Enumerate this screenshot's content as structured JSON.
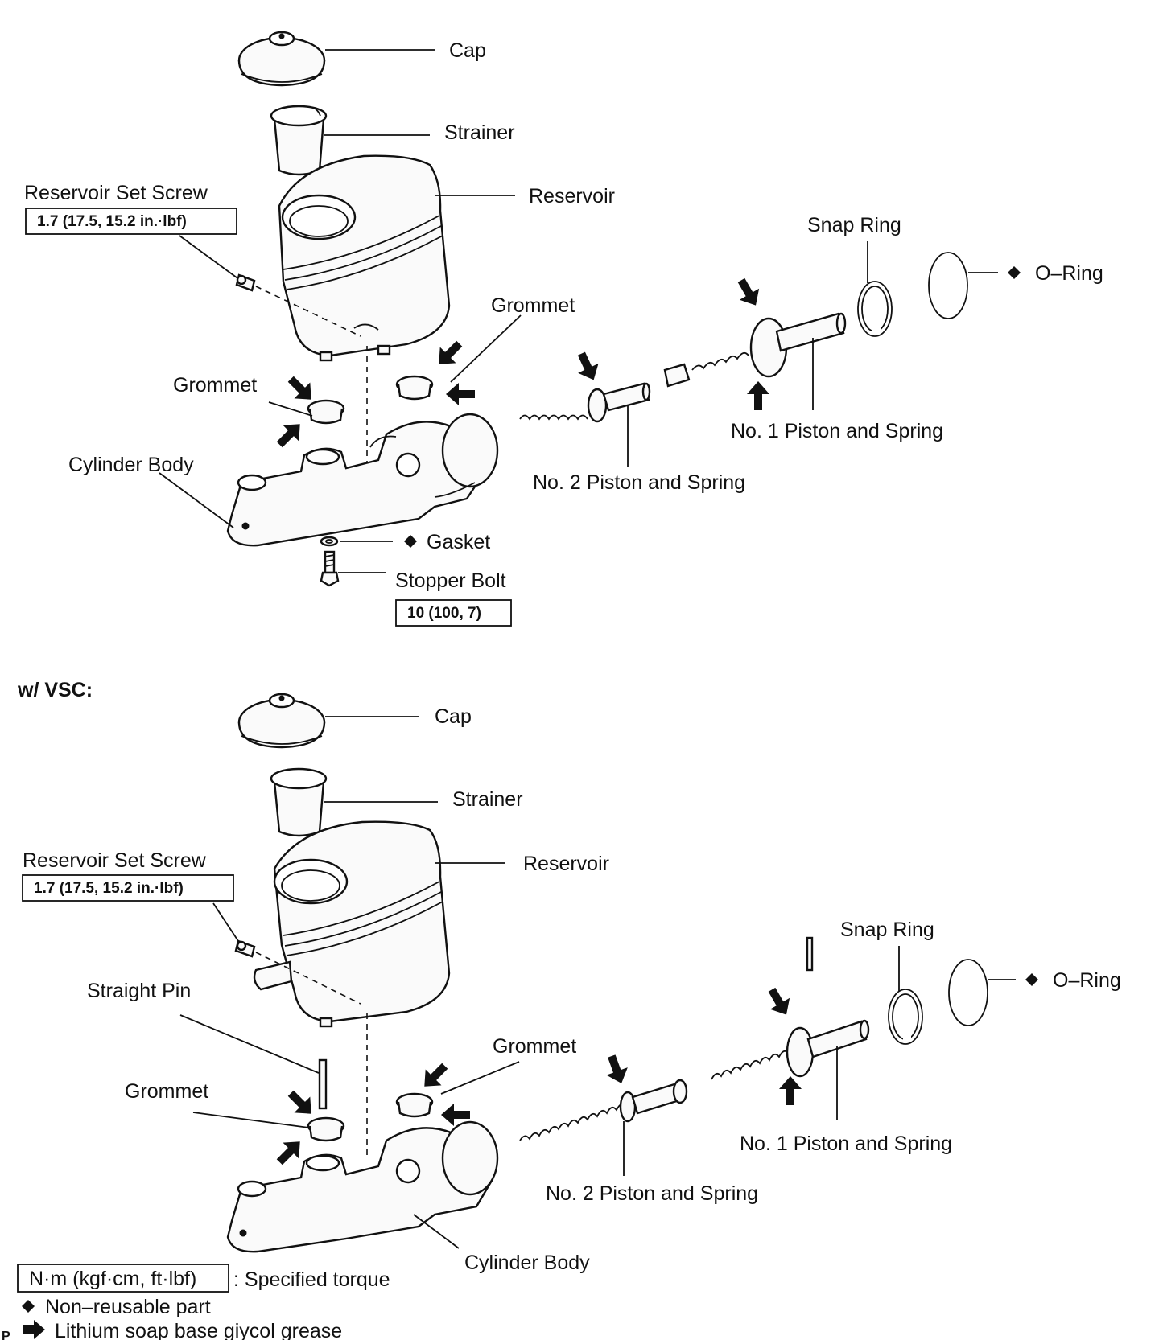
{
  "top_diagram": {
    "cap": "Cap",
    "strainer": "Strainer",
    "reservoir_set_screw": "Reservoir Set Screw",
    "screw_torque": "1.7 (17.5, 15.2 in.·lbf)",
    "reservoir": "Reservoir",
    "snap_ring": "Snap Ring",
    "o_ring": "O–Ring",
    "grommet_right": "Grommet",
    "grommet_left": "Grommet",
    "cylinder_body": "Cylinder Body",
    "no1_piston": "No. 1 Piston and Spring",
    "no2_piston": "No. 2 Piston and Spring",
    "gasket": "Gasket",
    "stopper_bolt": "Stopper Bolt",
    "stopper_torque": "10 (100, 7)"
  },
  "bottom_diagram": {
    "section_title": "w/ VSC:",
    "cap": "Cap",
    "strainer": "Strainer",
    "reservoir_set_screw": "Reservoir Set Screw",
    "screw_torque": "1.7 (17.5, 15.2 in.·lbf)",
    "reservoir": "Reservoir",
    "snap_ring": "Snap Ring",
    "o_ring": "O–Ring",
    "straight_pin": "Straight Pin",
    "grommet_right": "Grommet",
    "grommet_left": "Grommet",
    "no1_piston": "No. 1 Piston and Spring",
    "no2_piston": "No. 2 Piston and Spring",
    "cylinder_body": "Cylinder Body"
  },
  "legend": {
    "torque_unit": "N·m (kgf·cm, ft·lbf)",
    "torque_desc": ": Specified torque",
    "non_reusable": "Non–reusable part",
    "grease": "Lithium soap base giycol grease",
    "corner_mark": "P"
  },
  "icons": {
    "diamond": "diamond-icon",
    "grease_arrow": "grease-arrow-icon"
  }
}
